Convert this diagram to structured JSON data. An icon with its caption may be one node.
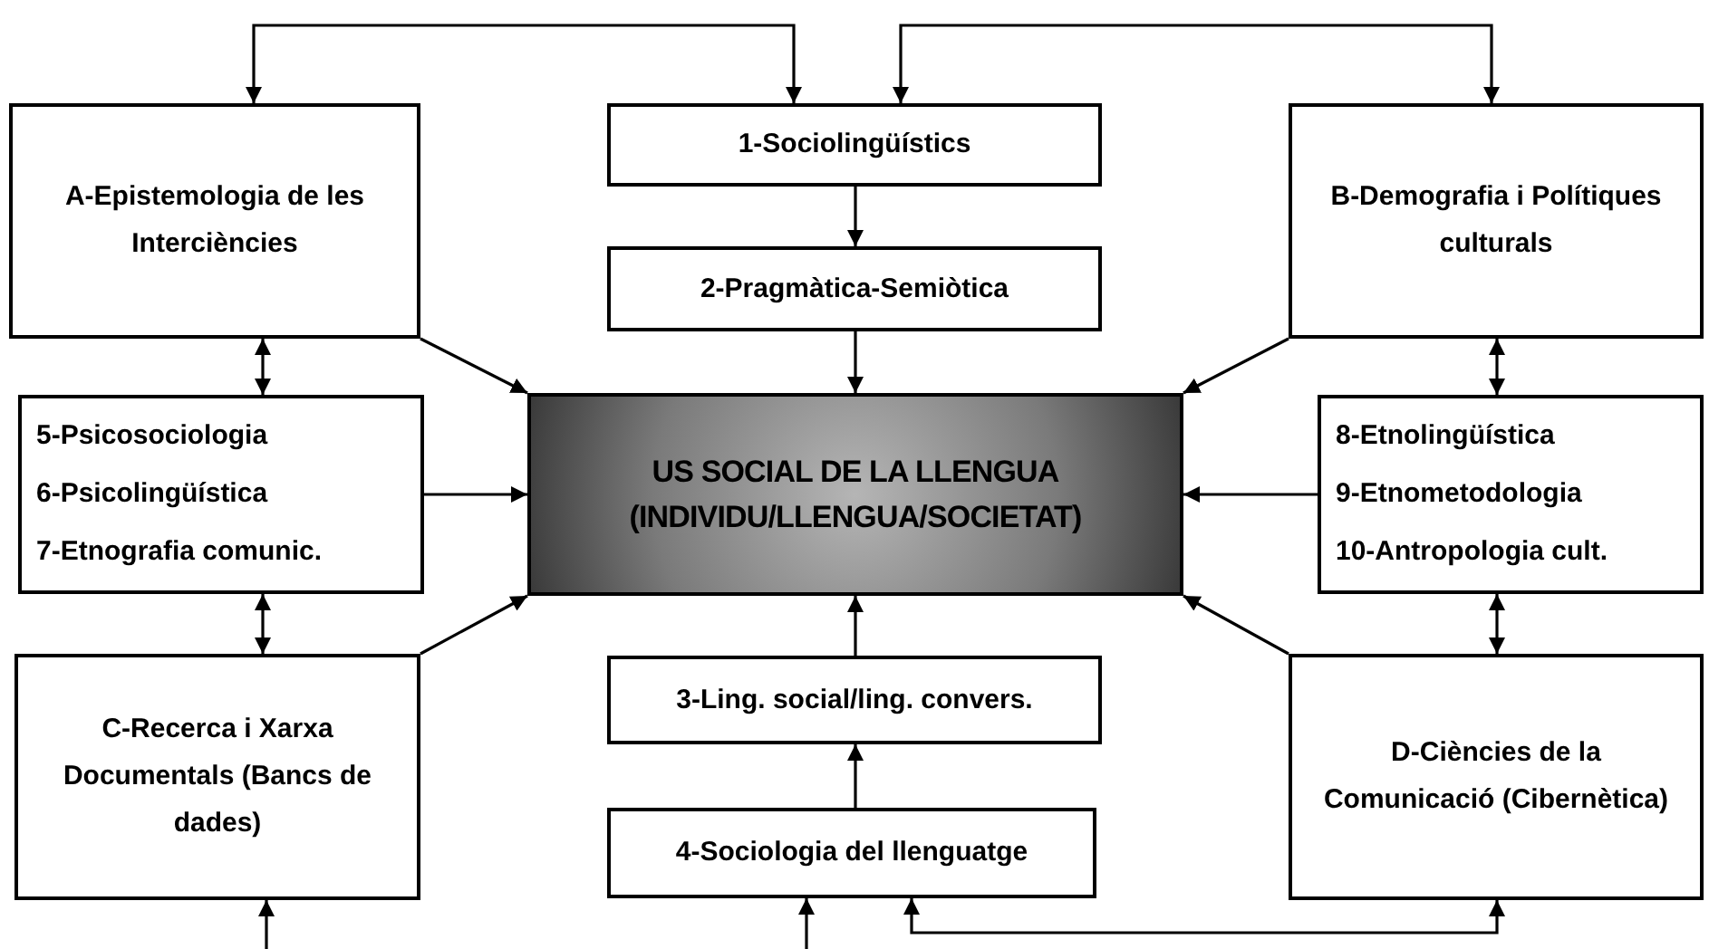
{
  "diagram": {
    "nodes": [
      {
        "text": [
          "A-Epistemologia de les Interciències"
        ]
      },
      {
        "text": [
          "1-Sociolingüístics"
        ]
      },
      {
        "text": [
          "B-Demografia i Polítiques culturals"
        ]
      },
      {
        "text": [
          "2-Pragmàtica-Semiòtica"
        ]
      },
      {
        "text": [
          "5-Psicosociologia",
          "6-Psicolingüística",
          "7-Etnografia comunic."
        ]
      },
      {
        "text": [
          "US SOCIAL DE LA LLENGUA",
          "(INDIVIDU/LLENGUA/SOCIETAT)"
        ]
      },
      {
        "text": [
          "8-Etnolingüística",
          "9-Etnometodologia",
          "10-Antropologia cult."
        ]
      },
      {
        "text": [
          "C-Recerca i Xarxa Documentals (Bancs de dades)"
        ]
      },
      {
        "text": [
          "3-Ling. social/ling. convers."
        ]
      },
      {
        "text": [
          "D-Ciències de la Comunicació (Cibernètica)"
        ]
      },
      {
        "text": [
          "4-Sociologia del llenguatge"
        ]
      }
    ],
    "edges": [
      {
        "from": 0,
        "to": 1,
        "arrow": "both"
      },
      {
        "from": 1,
        "to": 2,
        "arrow": "both"
      },
      {
        "from": 1,
        "to": 3,
        "arrow": "to"
      },
      {
        "from": 3,
        "to": 5,
        "arrow": "to"
      },
      {
        "from": 0,
        "to": 5,
        "arrow": "to"
      },
      {
        "from": 2,
        "to": 5,
        "arrow": "to"
      },
      {
        "from": 0,
        "to": 4,
        "arrow": "both"
      },
      {
        "from": 2,
        "to": 6,
        "arrow": "both"
      },
      {
        "from": 4,
        "to": 5,
        "arrow": "to"
      },
      {
        "from": 6,
        "to": 5,
        "arrow": "to"
      },
      {
        "from": 4,
        "to": 7,
        "arrow": "both"
      },
      {
        "from": 6,
        "to": 9,
        "arrow": "both"
      },
      {
        "from": 7,
        "to": 5,
        "arrow": "to"
      },
      {
        "from": 9,
        "to": 5,
        "arrow": "to"
      },
      {
        "from": 8,
        "to": 5,
        "arrow": "to"
      },
      {
        "from": 10,
        "to": 8,
        "arrow": "to"
      },
      {
        "from": null,
        "to": 7,
        "arrow": "to"
      },
      {
        "from": null,
        "to": 10,
        "arrow": "to"
      },
      {
        "from": 10,
        "to": 9,
        "arrow": "both"
      }
    ]
  }
}
